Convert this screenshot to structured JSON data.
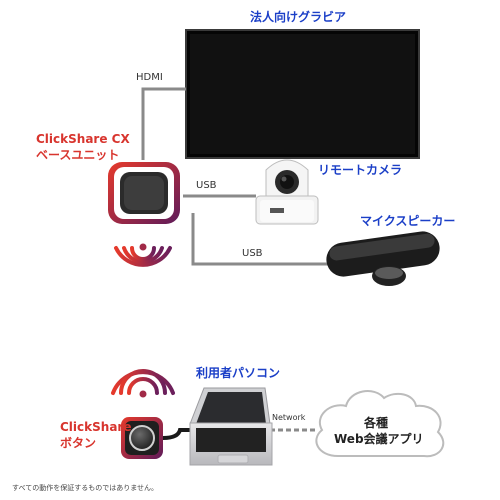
{
  "labels": {
    "tv": "法人向けグラビア",
    "hdmi": "HDMI",
    "clickshare_cx_line1": "ClickShare CX",
    "clickshare_cx_line2": "ベースユニット",
    "usb_camera": "USB",
    "usb_speaker": "USB",
    "remote_camera": "リモートカメラ",
    "mic_speaker": "マイクスピーカー",
    "pc": "利用者パソコン",
    "clickshare_btn_line1": "ClickShare",
    "clickshare_btn_line2": "ボタン",
    "network": "Network",
    "cloud_line1": "各種",
    "cloud_line2": "Web会議アプリ",
    "footnote": "すべての動作を保証するものではありません。"
  },
  "colors": {
    "label_blue": "#1b3fc7",
    "label_red": "#d8352e",
    "cable": "#8a8a8a",
    "gradient_start": "#e0392b",
    "gradient_end": "#6a1f5c"
  }
}
